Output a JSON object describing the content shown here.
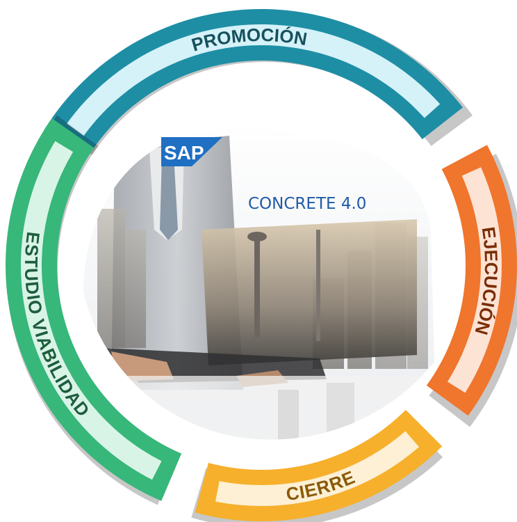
{
  "logo": {
    "text": "SAP"
  },
  "title": "CONCRETE 4.0",
  "phases": [
    {
      "label": "PROMOCIÓN",
      "color": "#1e8ea5",
      "inner": "#d5f2f8",
      "text_color": "#17515e"
    },
    {
      "label": "EJECUCIÓN",
      "color": "#f0752d",
      "inner": "#fde3d4",
      "text_color": "#7a2d05"
    },
    {
      "label": "CIERRE",
      "color": "#f6b02c",
      "inner": "#fdf0d4",
      "text_color": "#8a5a08"
    },
    {
      "label": "ESTUDIO VIABILIDAD",
      "color": "#37b779",
      "inner": "#d8f4e6",
      "text_color": "#1f5d3e"
    }
  ]
}
